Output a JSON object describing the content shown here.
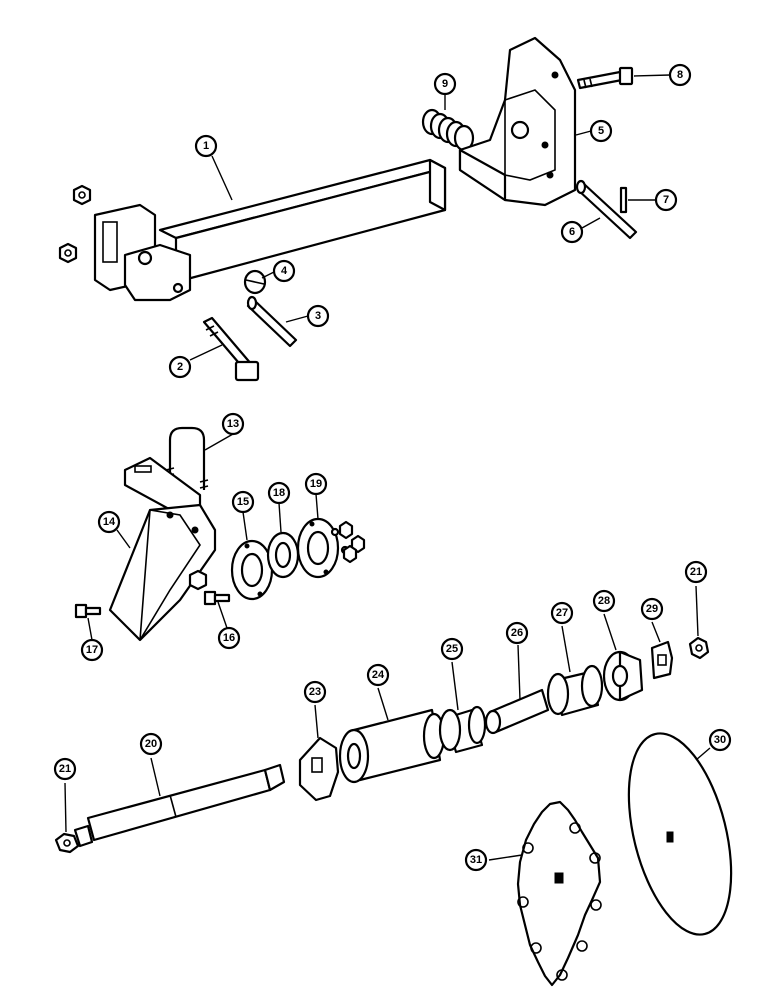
{
  "callouts": {
    "c1": "1",
    "c2": "2",
    "c3": "3",
    "c4": "4",
    "c5": "5",
    "c6": "6",
    "c7": "7",
    "c8": "8",
    "c9": "9",
    "c13": "13",
    "c14": "14",
    "c15": "15",
    "c16": "16",
    "c17": "17",
    "c18": "18",
    "c19": "19",
    "c20": "20",
    "c21a": "21",
    "c21b": "21",
    "c23": "23",
    "c24": "24",
    "c25": "25",
    "c26": "26",
    "c27": "27",
    "c28": "28",
    "c29": "29",
    "c30": "30",
    "c31": "31"
  }
}
